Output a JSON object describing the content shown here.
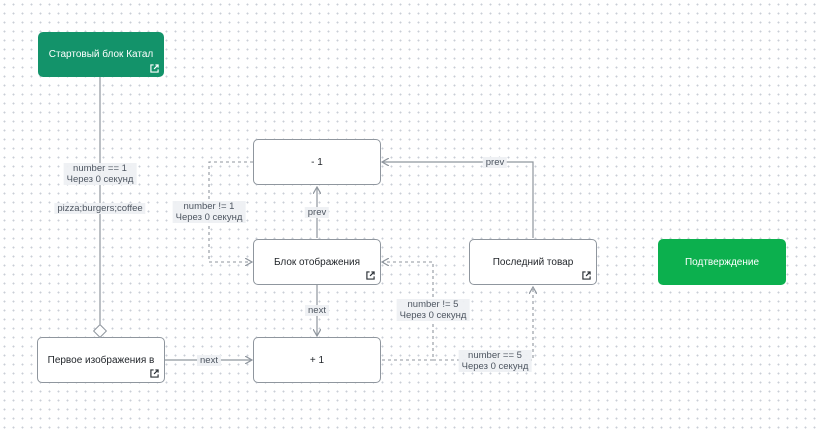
{
  "nodes": {
    "start": "Стартовый блок Катал",
    "minus_one": "- 1",
    "display_block": "Блок отображения",
    "last_product": "Последний товар",
    "confirm": "Подтверждение",
    "first_image": "Первое изображения в",
    "plus_one": "+ 1"
  },
  "edge_labels": {
    "num_eq_1": {
      "cond": "number == 1",
      "delay": "Через 0 секунд"
    },
    "choices": "pizza;burgers;coffee",
    "num_ne_1": {
      "cond": "number != 1",
      "delay": "Через 0 секунд"
    },
    "prev_top": "prev",
    "prev_mid": "prev",
    "next_mid": "next",
    "next_bottom": "next",
    "num_ne_5": {
      "cond": "number != 5",
      "delay": "Через 0 секунд"
    },
    "num_eq_5": {
      "cond": "number == 5",
      "delay": "Через 0 секунд"
    }
  },
  "colors": {
    "start_fill": "#13936a",
    "confirm_fill": "#0cb04e",
    "edge": "#8f969e"
  }
}
